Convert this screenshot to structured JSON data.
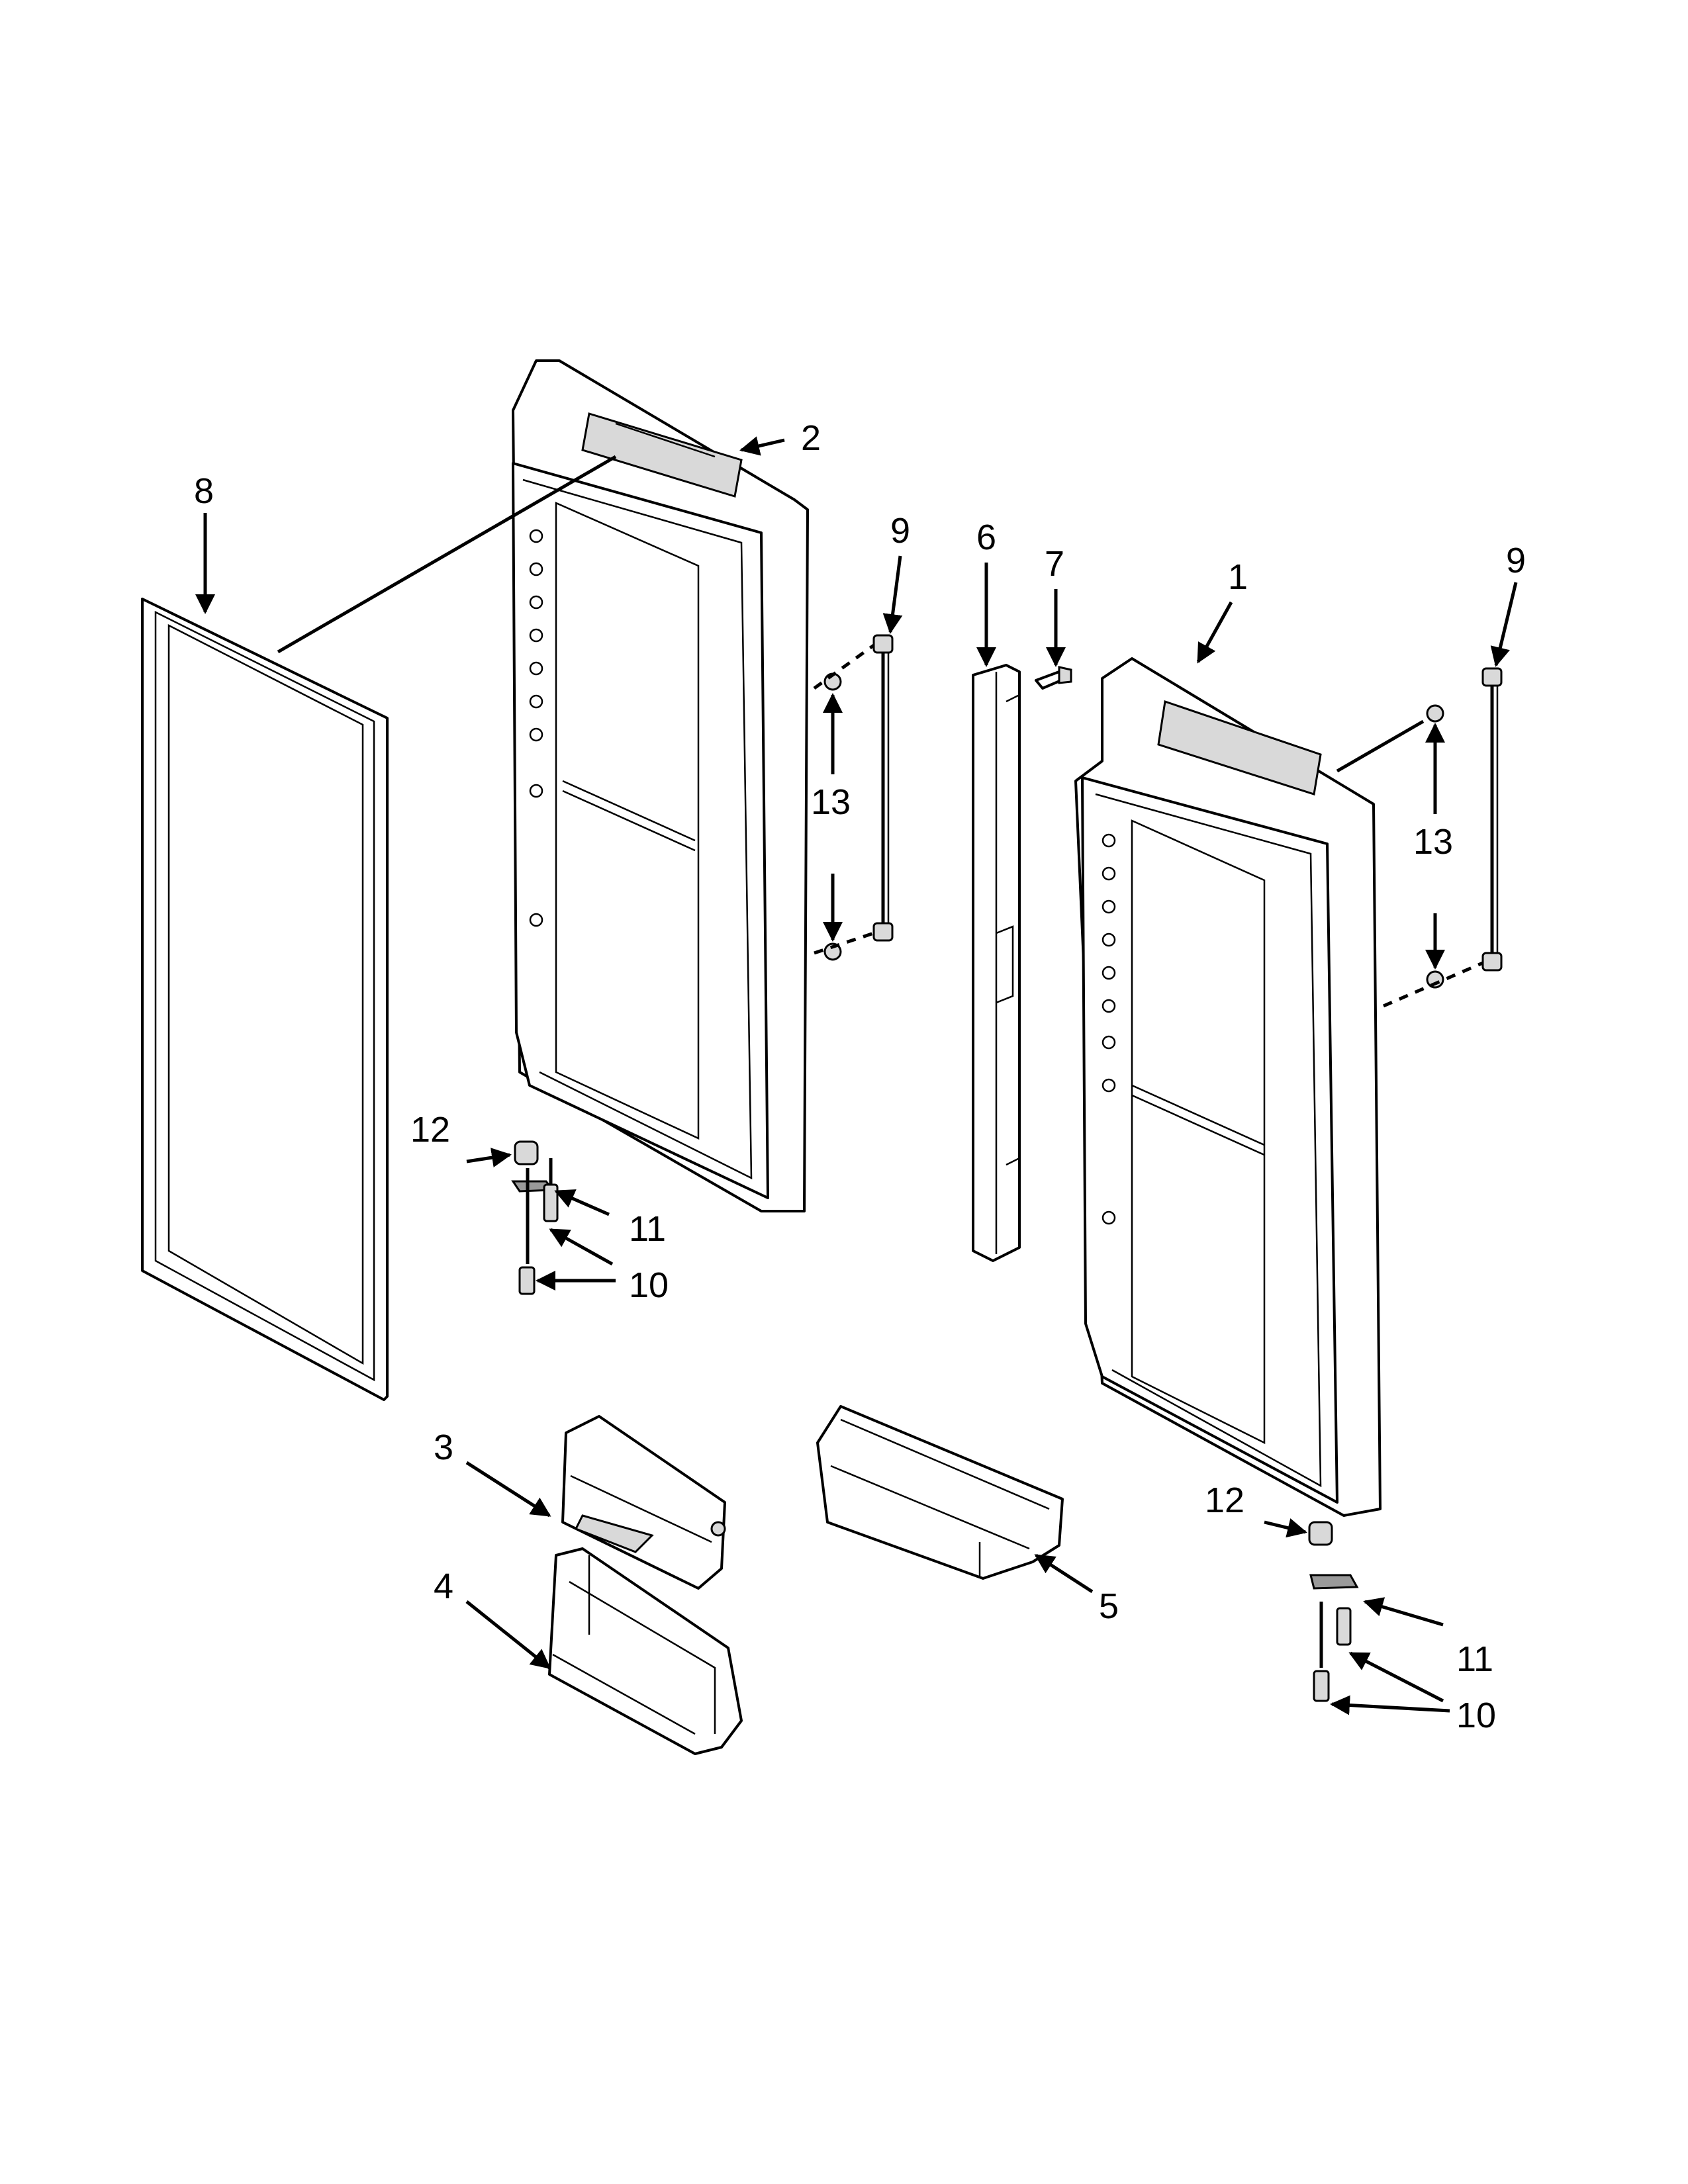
{
  "diagram": {
    "callouts": {
      "c1": "1",
      "c2": "2",
      "c3": "3",
      "c4": "4",
      "c5": "5",
      "c6": "6",
      "c7": "7",
      "c8": "8",
      "c9a": "9",
      "c9b": "9",
      "c10a": "10",
      "c10b": "10",
      "c11a": "11",
      "c11b": "11",
      "c12a": "12",
      "c12b": "12",
      "c13a": "13",
      "c13b": "13"
    }
  }
}
